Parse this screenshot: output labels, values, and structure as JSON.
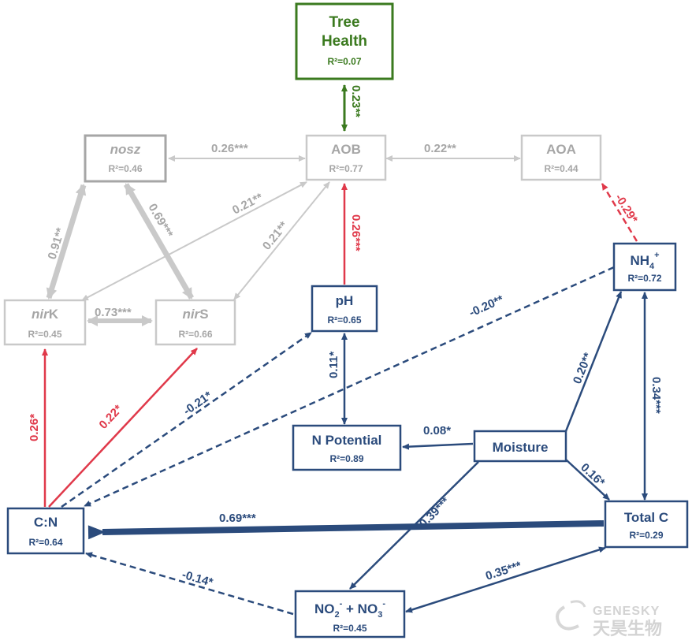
{
  "colors": {
    "navy": "#2b4b7c",
    "grey": "#c9c9c9",
    "grey_dark": "#a6a6a6",
    "red": "#e0394a",
    "green": "#3b7a1f",
    "text_grey": "#a6a6a6"
  },
  "nodes": {
    "tree_health": {
      "title_line1": "Tree",
      "title_line2": "Health",
      "r2": "R²=0.07"
    },
    "nosz": {
      "title": "nosz",
      "r2": "R²=0.46"
    },
    "aob": {
      "title": "AOB",
      "r2": "R²=0.77"
    },
    "aoa": {
      "title": "AOA",
      "r2": "R²=0.44"
    },
    "nirk": {
      "title_italic": "nir",
      "title_plain": "K",
      "r2": "R²=0.45"
    },
    "nirs": {
      "title_italic": "nir",
      "title_plain": "S",
      "r2": "R²=0.66"
    },
    "ph": {
      "title": "pH",
      "r2": "R²=0.65"
    },
    "nh4": {
      "title": "NH",
      "sub": "4",
      "sup": "+",
      "r2": "R²=0.72"
    },
    "n_potential": {
      "title": "N Potential",
      "r2": "R²=0.89"
    },
    "moisture": {
      "title": "Moisture"
    },
    "cn": {
      "title": "C:N",
      "r2": "R²=0.64"
    },
    "total_c": {
      "title": "Total C",
      "r2": "R²=0.29"
    },
    "no": {
      "part1": "NO",
      "sub1": "2",
      "sup1": "-",
      "mid": " + NO",
      "sub2": "3",
      "sup2": "-",
      "r2": "R²=0.45"
    }
  },
  "edges": {
    "aob_tree": "0.23**",
    "nosz_aob": "0.26***",
    "aob_aoa": "0.22**",
    "nirk_nosz": "0.91**",
    "nosz_nirs": "0.69***",
    "nirk_aob": "0.21**",
    "nirs_aob": "0.21**",
    "nirk_nirs": "0.73***",
    "ph_aob": "0.26***",
    "nh4_aoa": "-0.29*",
    "nh4_cn": "-0.20**",
    "cn_nirk": "0.26*",
    "cn_nirs": "0.22*",
    "cn_ph": "-0.21*",
    "ph_npot": "0.11*",
    "moist_npot": "0.08*",
    "moist_nh4": "0.20**",
    "nh4_totalc": "0.34***",
    "moist_totalc": "0.16*",
    "moist_no": "0.39***",
    "totalc_cn": "0.69***",
    "no_cn": "-0.14*",
    "no_totalc": "0.35***"
  },
  "watermark": {
    "brand": "GENESKY",
    "chinese": "天昊生物"
  }
}
